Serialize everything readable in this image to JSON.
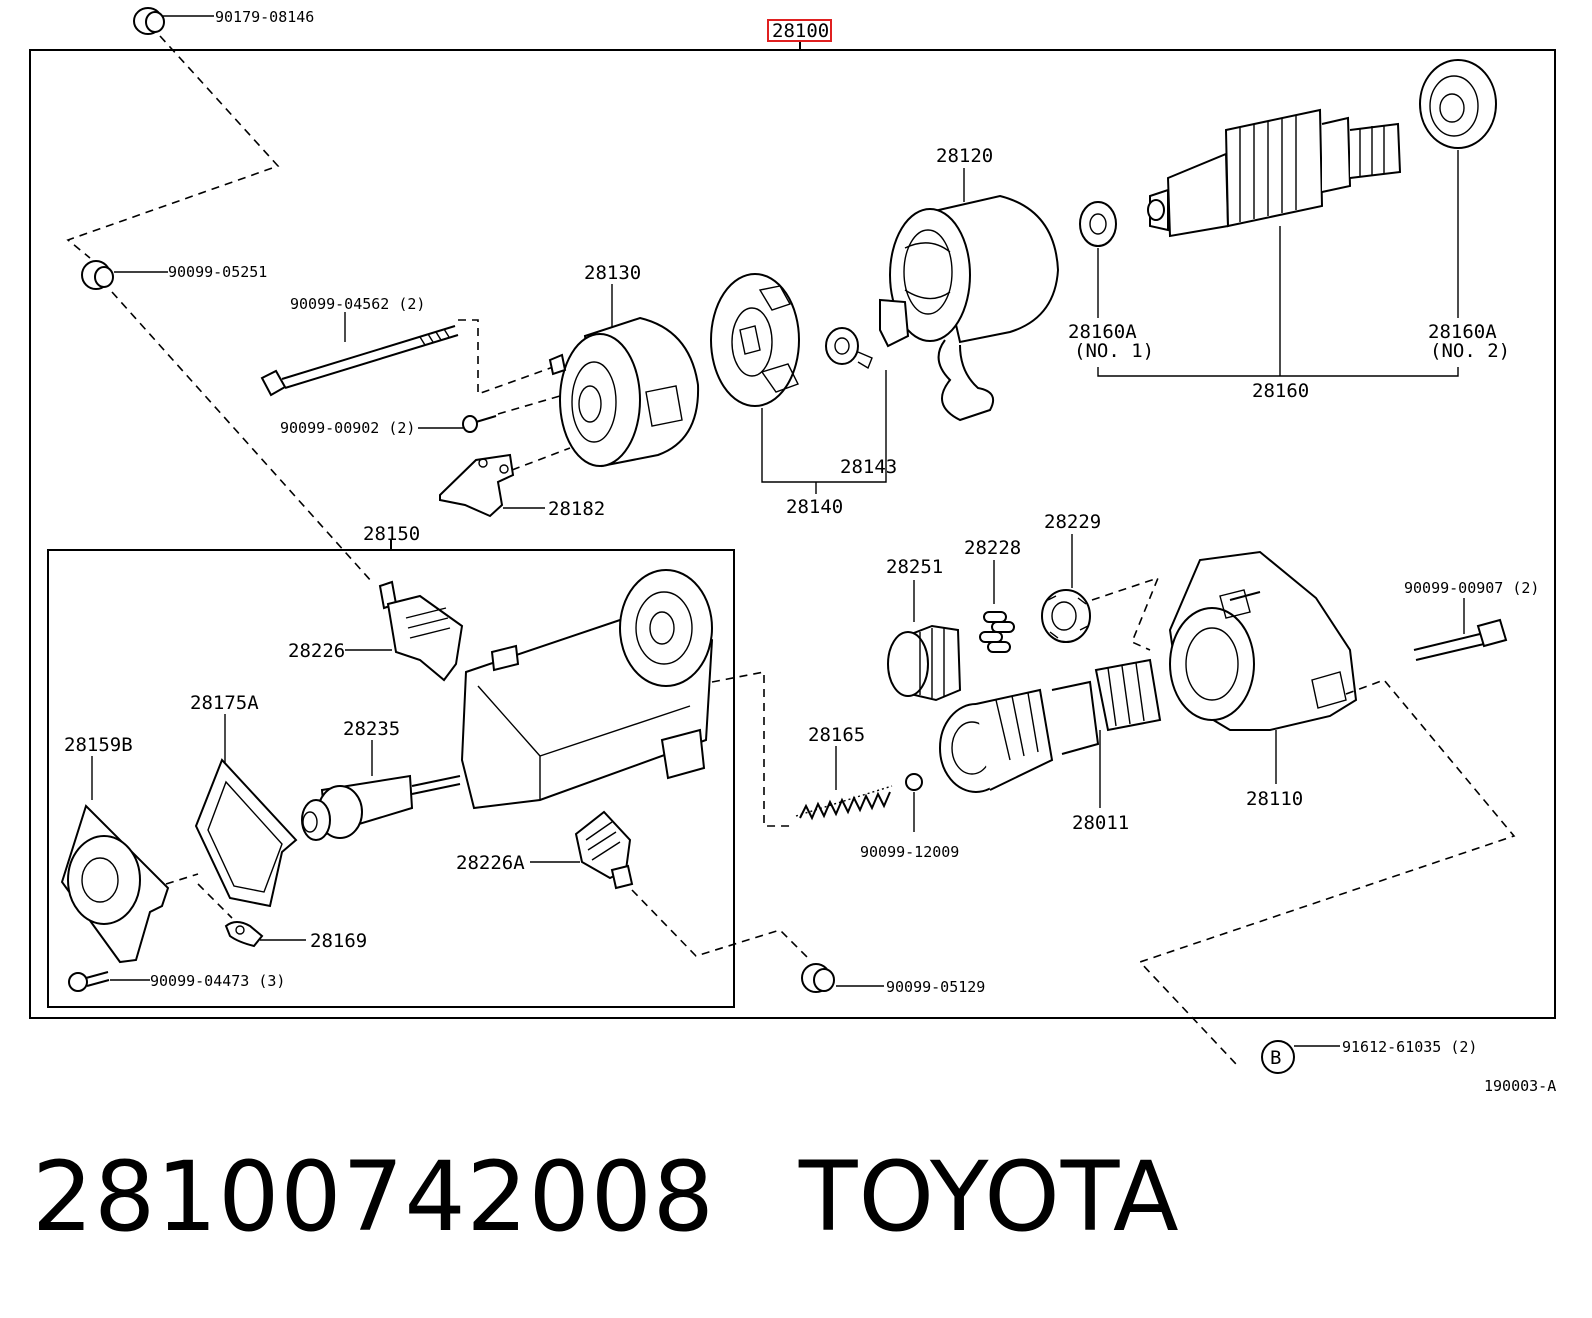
{
  "assembly_number": "28100",
  "diagram_ref": "190003-A",
  "labels": {
    "n90179_08146": "90179-08146",
    "n90099_05251": "90099-05251",
    "n90099_04562": "90099-04562 (2)",
    "n90099_00902": "90099-00902 (2)",
    "n28130": "28130",
    "n28182": "28182",
    "n28140": "28140",
    "n28143": "28143",
    "n28120": "28120",
    "n28160A_1": "28160A",
    "n28160A_1_sub": "(NO. 1)",
    "n28160A_2": "28160A",
    "n28160A_2_sub": "(NO. 2)",
    "n28160": "28160",
    "n28150": "28150",
    "n28226": "28226",
    "n28175A": "28175A",
    "n28235": "28235",
    "n28159B": "28159B",
    "n28169": "28169",
    "n90099_04473": "90099-04473 (3)",
    "n28226A": "28226A",
    "n90099_05129": "90099-05129",
    "n28251": "28251",
    "n28228": "28228",
    "n28229": "28229",
    "n28165": "28165",
    "n90099_12009": "90099-12009",
    "n28011": "28011",
    "n28110": "28110",
    "n90099_00907": "90099-00907 (2)",
    "callout_b": "B",
    "n91612_61035": "91612-61035 (2)"
  },
  "caption": {
    "part_number": "28100742008",
    "brand": "TOYOTA"
  }
}
